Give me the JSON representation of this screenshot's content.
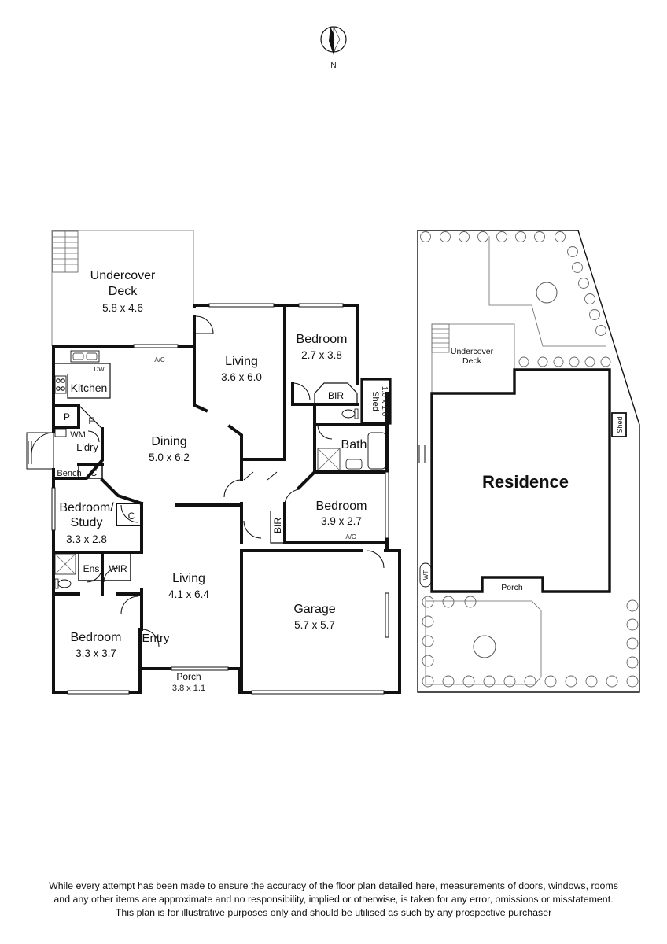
{
  "compass": {
    "label": "N"
  },
  "floor_plan": {
    "rooms": [
      {
        "name": "Undercover",
        "name2": "Deck",
        "dims": "5.8 x 4.6"
      },
      {
        "name": "Living",
        "dims": "3.6 x 6.0"
      },
      {
        "name": "Bedroom",
        "dims": "2.7 x 3.8"
      },
      {
        "name": "Kitchen"
      },
      {
        "name": "Dining",
        "dims": "5.0 x 6.2"
      },
      {
        "name": "Bath"
      },
      {
        "name": "Bedroom",
        "dims": "3.9 x 2.7"
      },
      {
        "name": "Bedroom/",
        "name2": "Study",
        "dims": "3.3 x 2.8"
      },
      {
        "name": "Living",
        "dims": "4.1 x 6.4"
      },
      {
        "name": "Garage",
        "dims": "5.7 x 5.7"
      },
      {
        "name": "Bedroom",
        "dims": "3.3 x 3.7"
      },
      {
        "name": "Entry"
      },
      {
        "name": "Porch",
        "dims": "3.8 x 1.1"
      }
    ],
    "shed": {
      "name": "Shed",
      "dims": "1.0 x 1.6"
    },
    "labels": {
      "bir_top": "BIR",
      "bir_bottom": "BIR",
      "pantry": "P",
      "fridge": "F",
      "wm": "WM",
      "laundry": "L'dry",
      "bench": "Bench",
      "c1": "C",
      "c2": "C",
      "ens": "Ens",
      "wir": "WIR",
      "dw": "DW",
      "ac1": "A/C",
      "ac2": "A/C"
    }
  },
  "site_plan": {
    "residence": "Residence",
    "undercover": "Undercover",
    "deck": "Deck",
    "shed": "Shed",
    "porch": "Porch",
    "wt": "WT"
  },
  "disclaimer": {
    "line1": "While every attempt has been made to ensure the accuracy of the floor plan detailed here, measurements of doors, windows, rooms",
    "line2": "and any other items are approximate and no responsibility, implied or otherwise, is taken for any error, omissions or misstatement.",
    "line3": "This plan is for illustrative purposes only and should be utilised as such by any prospective purchaser"
  }
}
